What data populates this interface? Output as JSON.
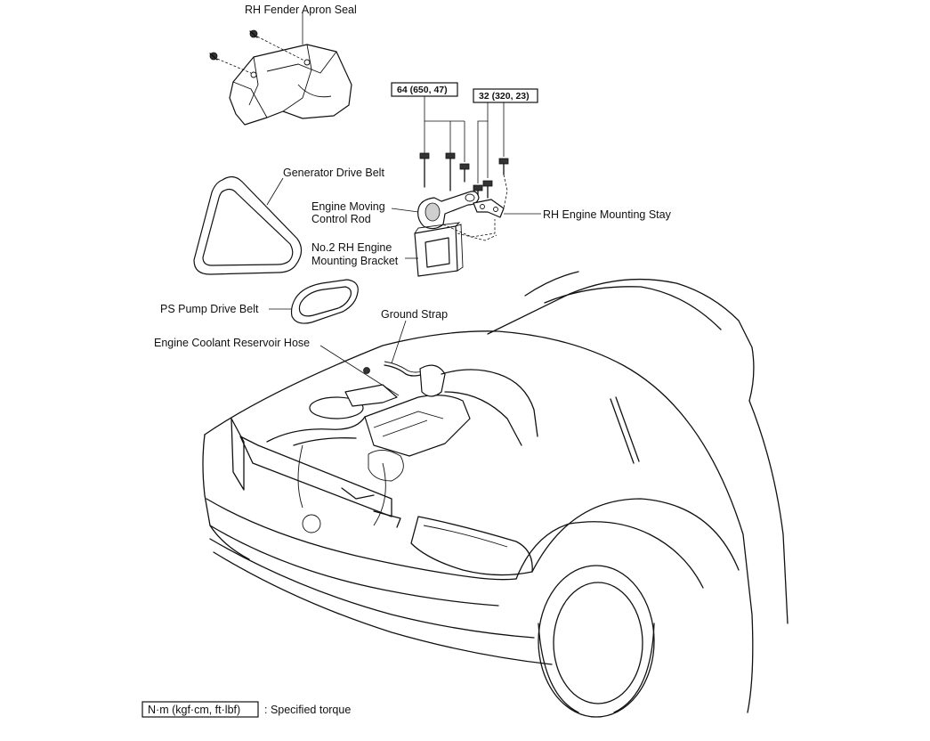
{
  "labels": {
    "fender_apron_seal": "RH Fender Apron Seal",
    "generator_belt": "Generator Drive Belt",
    "engine_rod_line1": "Engine Moving",
    "engine_rod_line2": "Control Rod",
    "mounting_stay": "RH Engine Mounting Stay",
    "bracket_line1": "No.2 RH Engine",
    "bracket_line2": "Mounting Bracket",
    "ps_pump_belt": "PS Pump Drive Belt",
    "ground_strap": "Ground Strap",
    "coolant_hose": "Engine Coolant Reservoir Hose"
  },
  "torque": {
    "value_a": "64 (650, 47)",
    "value_b": "32 (320, 23)"
  },
  "legend": {
    "units": "N·m (kgf·cm, ft·lbf)",
    "meaning": ": Specified torque"
  }
}
